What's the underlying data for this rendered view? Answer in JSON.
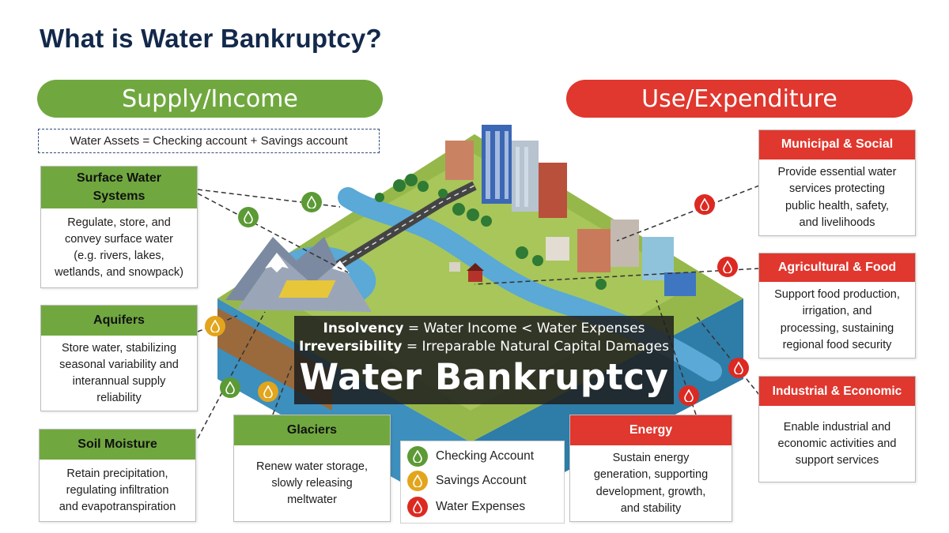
{
  "title": "What is Water Bankruptcy?",
  "supply_label": "Supply/Income",
  "use_label": "Use/Expenditure",
  "assets_line": "Water Assets = Checking account  + Savings account",
  "supply_cards": [
    {
      "title_line1": "Surface Water",
      "title_line2": "Systems",
      "body": [
        "Regulate, store, and",
        "convey surface water",
        "(e.g. rivers, lakes,",
        "wetlands, and snowpack)"
      ]
    },
    {
      "title": "Aquifers",
      "body": [
        "Store water, stabilizing",
        "seasonal variability and",
        "interannual supply",
        "reliability"
      ]
    },
    {
      "title": "Soil Moisture",
      "body": [
        "Retain precipitation,",
        "regulating infiltration",
        "and evapotranspiration"
      ]
    },
    {
      "title": "Glaciers",
      "body": [
        "Renew water storage,",
        "slowly releasing",
        "meltwater"
      ]
    }
  ],
  "use_cards": [
    {
      "title": "Municipal & Social",
      "body": [
        "Provide essential water",
        "services protecting",
        "public health, safety,",
        "and livelihoods"
      ]
    },
    {
      "title": "Agricultural & Food",
      "body": [
        "Support food production,",
        "irrigation, and",
        "processing, sustaining",
        "regional food security"
      ]
    },
    {
      "title": "Industrial & Economic",
      "body": [
        "Enable industrial and",
        "economic activities and",
        "support services"
      ]
    },
    {
      "title": "Energy",
      "body": [
        "Sustain energy",
        "generation, supporting",
        "development, growth,",
        "and stability"
      ]
    }
  ],
  "banner": {
    "insolvency_term": "Insolvency",
    "insolvency_rest": " = Water Income < Water Expenses",
    "irreversibility_term": "Irreversibility",
    "irreversibility_rest": " = Irreparable Natural Capital Damages",
    "headline": "Water Bankruptcy"
  },
  "legend": [
    {
      "label": "Checking Account",
      "icon": "green-water-drop-icon",
      "color": "#5c9a35"
    },
    {
      "label": "Savings Account",
      "icon": "yellow-water-drop-icon",
      "color": "#e3a51c"
    },
    {
      "label": "Water Expenses",
      "icon": "red-water-drop-icon",
      "color": "#dc2a22"
    }
  ],
  "colors": {
    "title": "#13294b",
    "supply": "#70a83f",
    "use": "#e0372e",
    "checking": "#5c9a35",
    "savings": "#e3a51c",
    "expenses": "#dc2a22"
  }
}
